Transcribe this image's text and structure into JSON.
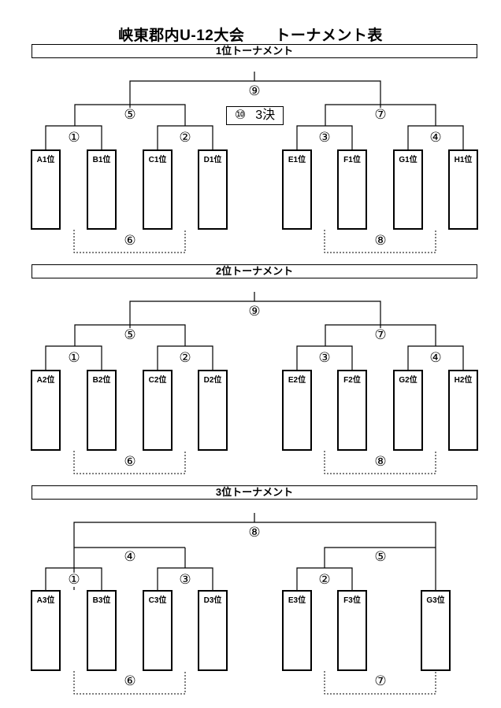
{
  "title": "峡東郡内U-12大会　　トーナメント表",
  "tournaments": [
    {
      "header": "1位トーナメント",
      "top_match": "⑨",
      "left_semi": "⑤",
      "right_semi": "⑦",
      "first_round": [
        "①",
        "②",
        "③",
        "④"
      ],
      "consolation": [
        "⑥",
        "⑧"
      ],
      "teams": [
        "A1位",
        "B1位",
        "C1位",
        "D1位",
        "E1位",
        "F1位",
        "G1位",
        "H1位"
      ],
      "third_place": {
        "number": "⑩",
        "label": "3決"
      }
    },
    {
      "header": "2位トーナメント",
      "top_match": "⑨",
      "left_semi": "⑤",
      "right_semi": "⑦",
      "first_round": [
        "①",
        "②",
        "③",
        "④"
      ],
      "consolation": [
        "⑥",
        "⑧"
      ],
      "teams": [
        "A2位",
        "B2位",
        "C2位",
        "D2位",
        "E2位",
        "F2位",
        "G2位",
        "H2位"
      ]
    },
    {
      "header": "3位トーナメント",
      "top_match": "⑧",
      "left_semi": "④",
      "right_semi": "⑤",
      "first_round": [
        "①",
        "③",
        "②"
      ],
      "consolation": [
        "⑥",
        "⑦"
      ],
      "teams": [
        "A3位",
        "B3位",
        "C3位",
        "D3位",
        "E3位",
        "F3位",
        "G3位"
      ]
    }
  ]
}
